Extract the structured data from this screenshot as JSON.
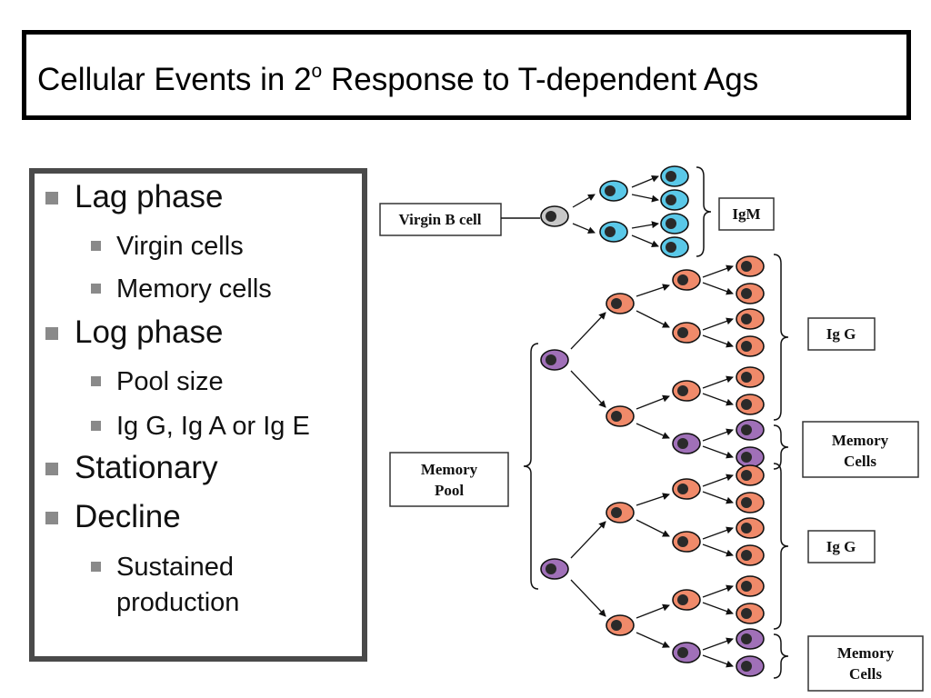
{
  "title": {
    "main": "Cellular Events in 2",
    "superscript": "o",
    "rest": " Response to T-dependent Ags"
  },
  "bullets": [
    {
      "label": "Lag phase",
      "sub": [
        "Virgin cells",
        "Memory cells"
      ]
    },
    {
      "label": "Log phase",
      "sub": [
        "Pool size",
        "Ig G, Ig A or Ig E"
      ]
    },
    {
      "label": "Stationary",
      "sub": []
    },
    {
      "label": "Decline",
      "sub": [
        "Sustained",
        "production"
      ]
    }
  ],
  "diagram": {
    "virgin_b_cell": "Virgin B cell",
    "igm": "IgM",
    "igg_upper": "Ig G",
    "memory_cells_upper": [
      "Memory",
      "Cells"
    ],
    "memory_pool": [
      "Memory",
      "Pool"
    ],
    "igg_lower": "Ig G",
    "memory_cells_lower": [
      "Memory",
      "Cells"
    ]
  },
  "colors": {
    "virgin_cell": "#c8c8c8",
    "igm_cell": "#5ac8e8",
    "plasma_cell": "#f08a6a",
    "memory_cell": "#a070b8",
    "nucleus": "#2a2a2a"
  }
}
